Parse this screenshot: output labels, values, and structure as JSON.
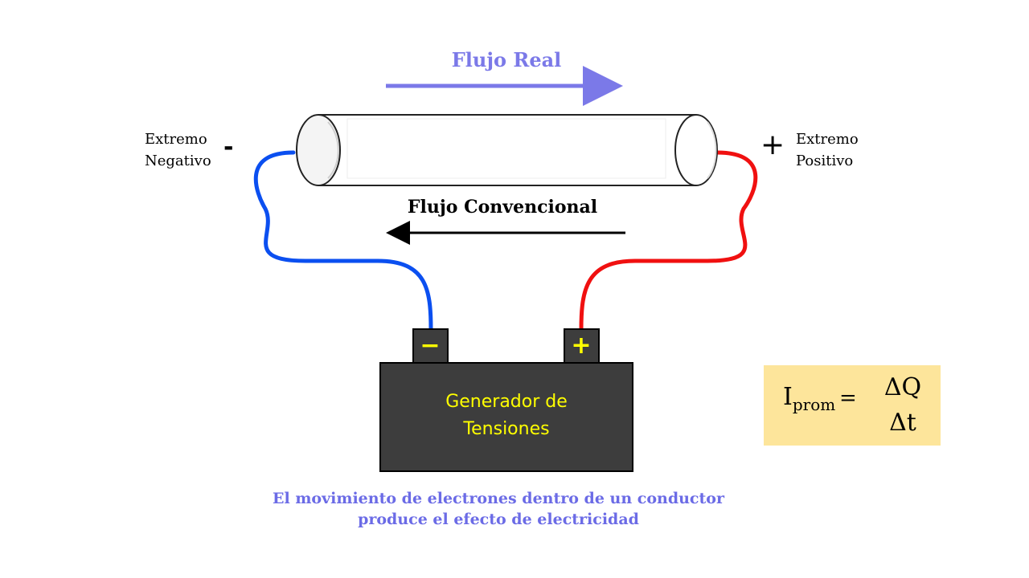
{
  "flows": {
    "real_label": "Flujo Real",
    "conventional_label": "Flujo Convencional"
  },
  "ends": {
    "negative_line1": "Extremo",
    "negative_line2": "Negativo",
    "negative_sign": "-",
    "positive_line1": "Extremo",
    "positive_line2": "Positivo",
    "positive_sign": "+"
  },
  "generator": {
    "line1": "Generador de",
    "line2": "Tensiones",
    "minus_terminal": "−",
    "plus_terminal": "+"
  },
  "formula": {
    "lhs_symbol": "I",
    "lhs_subscript": "prom",
    "equals": "=",
    "numerator": "ΔQ",
    "denominator": "Δt"
  },
  "caption": {
    "line1": "El movimiento de electrones dentro de un conductor",
    "line2": "produce el efecto de electricidad"
  },
  "colors": {
    "real_flow": "#7b79e8",
    "negative_wire": "#0b4ff0",
    "positive_wire": "#f01010",
    "battery": "#3d3d3d",
    "battery_text": "#ffff00",
    "formula_bg": "#fde59b",
    "caption": "#6b6be6"
  }
}
